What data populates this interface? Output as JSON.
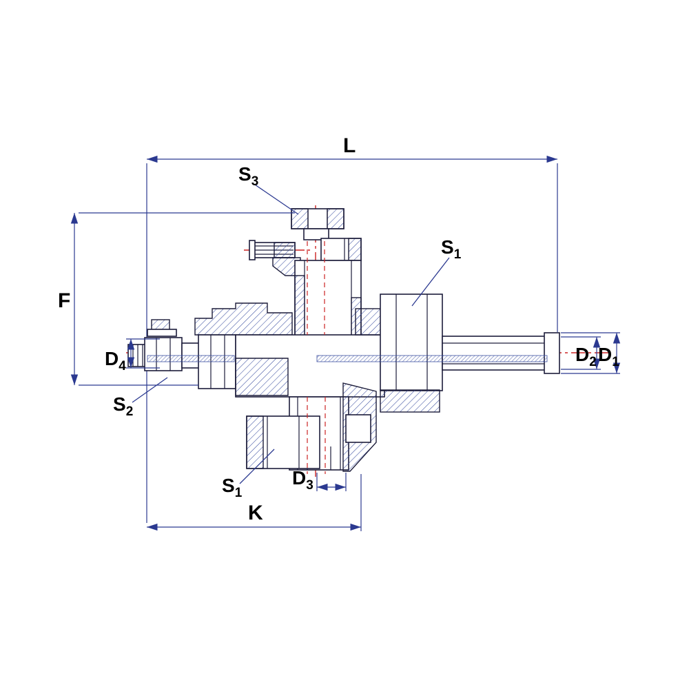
{
  "labels": {
    "L": {
      "main": "L"
    },
    "F": {
      "main": "F"
    },
    "K": {
      "main": "K"
    },
    "S3": {
      "main": "S",
      "sub": "3"
    },
    "S1_right": {
      "main": "S",
      "sub": "1"
    },
    "S1_bottom": {
      "main": "S",
      "sub": "1"
    },
    "S2": {
      "main": "S",
      "sub": "2"
    },
    "D4": {
      "main": "D",
      "sub": "4"
    },
    "D3": {
      "main": "D",
      "sub": "3"
    },
    "D2": {
      "main": "D",
      "sub": "2"
    },
    "D1": {
      "main": "D",
      "sub": "1"
    }
  },
  "colors": {
    "background": "#ffffff",
    "outline": "#1c1c3a",
    "dimension": "#2b3990",
    "hatch": "#3b4fa0",
    "centerline": "#cc2222",
    "text": "#000000"
  }
}
